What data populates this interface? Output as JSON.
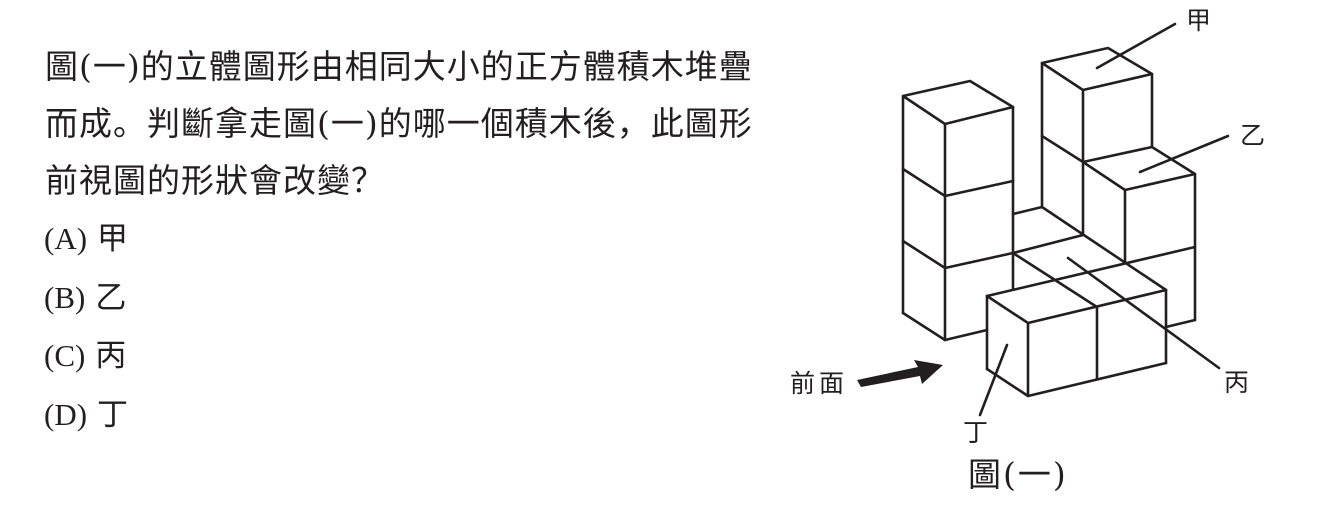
{
  "question": {
    "lines": [
      "圖(一)的立體圖形由相同大小的正方體積木堆疊",
      "而成。判斷拿走圖(一)的哪一個積木後，此圖形",
      "前視圖的形狀會改變？"
    ]
  },
  "options": [
    {
      "letter": "(A)",
      "text": "甲"
    },
    {
      "letter": "(B)",
      "text": "乙"
    },
    {
      "letter": "(C)",
      "text": "丙"
    },
    {
      "letter": "(D)",
      "text": "丁"
    }
  ],
  "figure": {
    "caption": "圖(一)",
    "front_label": "前面",
    "block_labels": {
      "jia": "甲",
      "yi": "乙",
      "bing": "丙",
      "ding": "丁"
    },
    "line_color": "#231f20"
  }
}
